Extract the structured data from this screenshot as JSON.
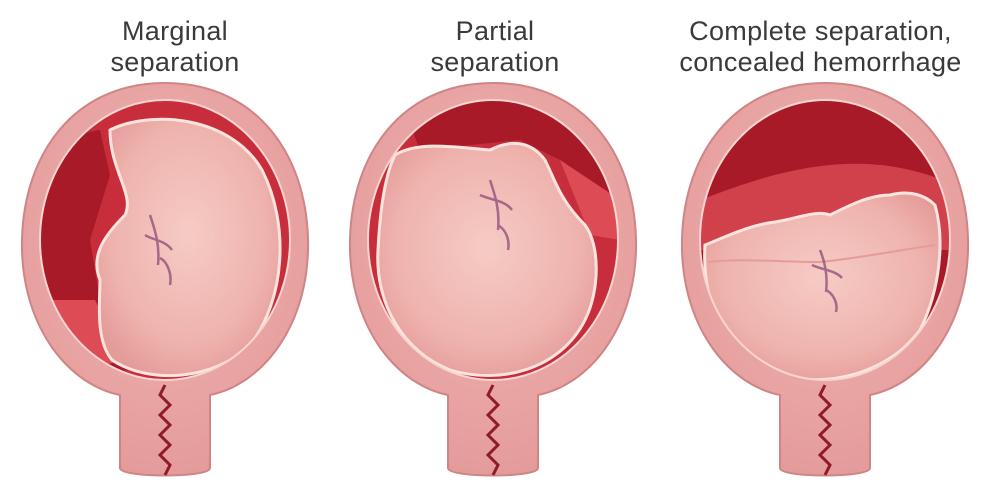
{
  "panels": [
    {
      "id": "marginal",
      "line1": "Marginal",
      "line2": "separation"
    },
    {
      "id": "partial",
      "line1": "Partial",
      "line2": "separation"
    },
    {
      "id": "complete",
      "line1": "Complete separation,",
      "line2": "concealed hemorrhage"
    }
  ],
  "colors": {
    "uterus_wall": "#e8a3a3",
    "uterus_edge": "#cf8585",
    "cavity_dark": "#b52231",
    "cavity_mid": "#d0414b",
    "placenta": "#f0b9b4",
    "placenta_edge": "#fbe4dd",
    "vessels": "#8e4a78",
    "cervix_line": "#8e1b26"
  }
}
